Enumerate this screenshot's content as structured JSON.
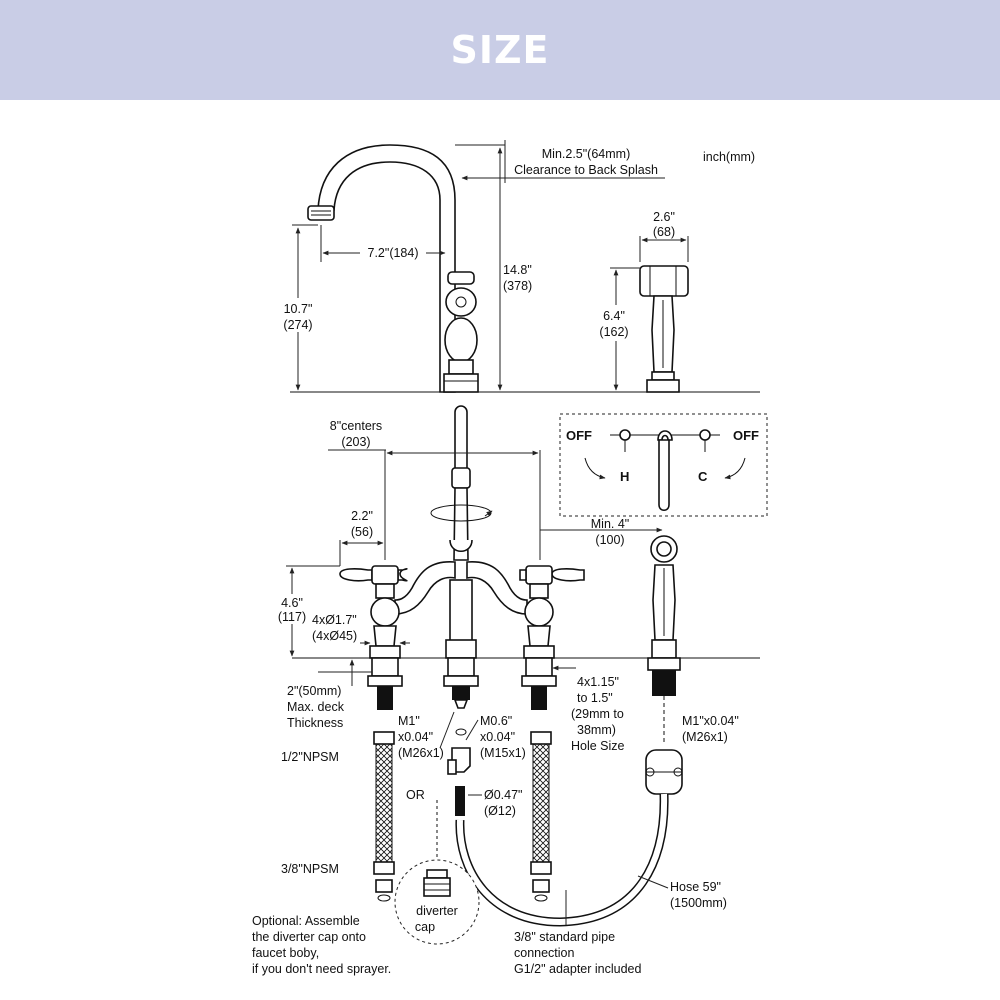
{
  "header": {
    "title": "SIZE",
    "bg_color": "#c9cde6"
  },
  "units": "inch(mm)",
  "labels": {
    "clearance_1": "Min.2.5\"(64mm)",
    "clearance_2": "Clearance to Back Splash",
    "reach": "7.2\"(184)",
    "spout_height_in": "14.8\"",
    "spout_height_mm": "(378)",
    "spout_outlet_in": "10.7\"",
    "spout_outlet_mm": "(274)",
    "sprayer_width_in": "2.6\"",
    "sprayer_width_mm": "(68)",
    "sprayer_height_in": "6.4\"",
    "sprayer_height_mm": "(162)",
    "centers_in": "8\"centers",
    "centers_mm": "(203)",
    "handle_offset_in": "2.2\"",
    "handle_offset_mm": "(56)",
    "handle_height_in": "4.6\"",
    "handle_height_mm": "(117)",
    "base_dia_in": "4xØ1.7\"",
    "base_dia_mm": "(4xØ45)",
    "sprayer_dist_in": "Min. 4\"",
    "sprayer_dist_mm": "(100)",
    "deck_1": "2\"(50mm)",
    "deck_2": "Max. deck",
    "deck_3": "Thickness",
    "hole_1": "4x1.15\"",
    "hole_2": "to 1.5\"",
    "hole_3": "(29mm to",
    "hole_4": "38mm)",
    "hole_5": "Hole Size",
    "m1_left_1": "M1\"",
    "m1_left_2": "x0.04\"",
    "m1_left_3": "(M26x1)",
    "m06_1": "M0.6\"",
    "m06_2": "x0.04\"",
    "m06_3": "(M15x1)",
    "m1_right_1": "M1\"x0.04\"",
    "m1_right_2": "(M26x1)",
    "npsm_half": "1/2\"NPSM",
    "npsm_3_8": "3/8\"NPSM",
    "or": "OR",
    "dia047_in": "Ø0.47\"",
    "dia047_mm": "(Ø12)",
    "hose_1": "Hose 59\"",
    "hose_2": "(1500mm)",
    "diverter_1": "diverter",
    "diverter_2": "cap",
    "optional_1": "Optional: Assemble",
    "optional_2": "the diverter cap onto",
    "optional_3": "faucet boby,",
    "optional_4": "if you don't need sprayer.",
    "pipe_1": "3/8\" standard pipe",
    "pipe_2": "connection",
    "pipe_3": "G1/2\" adapter included",
    "off_left": "OFF",
    "off_right": "OFF",
    "hot": "H",
    "cold": "C"
  }
}
